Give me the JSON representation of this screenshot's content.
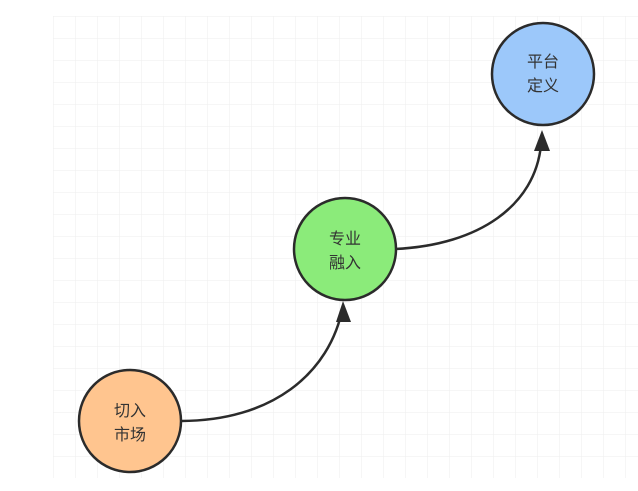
{
  "nodes": [
    {
      "id": "market",
      "line1": "切入",
      "line2": "市场",
      "fill": "#FFC58F"
    },
    {
      "id": "pro",
      "line1": "专业",
      "line2": "融入",
      "fill": "#8BEB7A"
    },
    {
      "id": "platform",
      "line1": "平台",
      "line2": "定义",
      "fill": "#9CC8FA"
    }
  ],
  "colors": {
    "grid": "#E9E9E9",
    "stroke": "#2B2B2B",
    "background": "#FFFFFF"
  }
}
